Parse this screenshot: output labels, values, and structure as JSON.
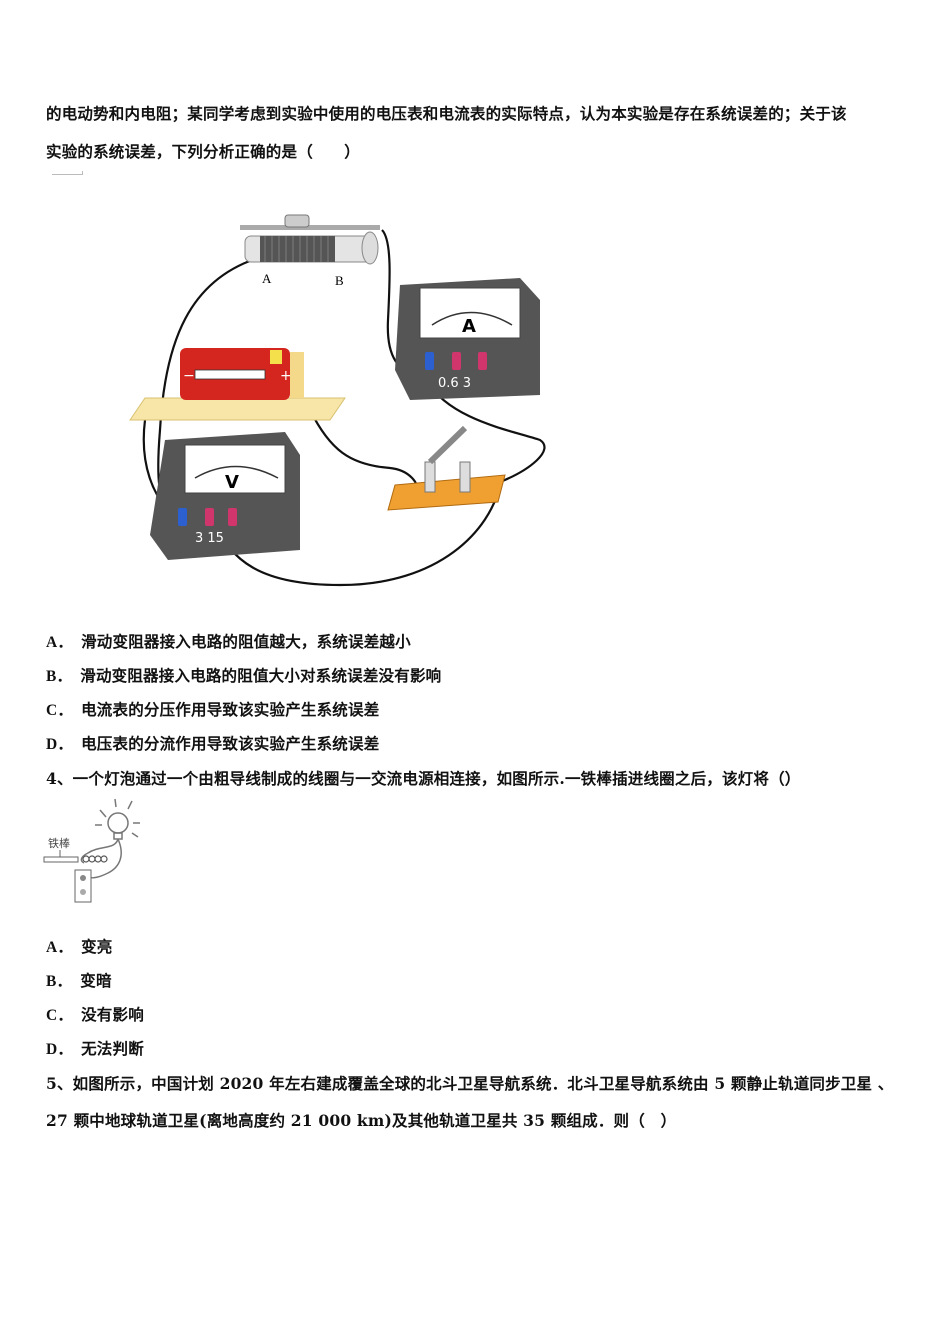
{
  "question3": {
    "stem_line1": "的电动势和内电阻；某同学考虑到实验中使用的电压表和电流表的实际特点，认为本实验是存在系统误差的；关于该",
    "stem_line2": "实验的系统误差，下列分析正确的是（　　）",
    "figure": {
      "rheostat_label_a": "A",
      "rheostat_label_b": "B",
      "ammeter_symbol": "A",
      "ammeter_terminals": "0.6  3",
      "voltmeter_symbol": "V",
      "voltmeter_terminals": "3 15",
      "battery_plus": "+",
      "battery_minus": "−"
    },
    "options": [
      {
        "letter": "A．",
        "text": "滑动变阻器接入电路的阻值越大，系统误差越小"
      },
      {
        "letter": "B．",
        "text": "滑动变阻器接入电路的阻值大小对系统误差没有影响"
      },
      {
        "letter": "C．",
        "text": "电流表的分压作用导致该实验产生系统误差"
      },
      {
        "letter": "D．",
        "text": "电压表的分流作用导致该实验产生系统误差"
      }
    ]
  },
  "question4": {
    "stem": "4、一个灯泡通过一个由粗导线制成的线圈与一交流电源相连接，如图所示.一铁棒插进线圈之后，该灯将（）",
    "figure": {
      "iron_rod_label": "铁棒"
    },
    "options": [
      {
        "letter": "A．",
        "text": "变亮"
      },
      {
        "letter": "B．",
        "text": "变暗"
      },
      {
        "letter": "C．",
        "text": "没有影响"
      },
      {
        "letter": "D．",
        "text": "无法判断"
      }
    ]
  },
  "question5": {
    "stem_line1": "5、如图所示，中国计划 2020 年左右建成覆盖全球的北斗卫星导航系统．北斗卫星导航系统由 5 颗静止轨道同步卫星 、",
    "stem_line2": "27 颗中地球轨道卫星(离地高度约 21 000 km)及其他轨道卫星共 35 颗组成．则（　）"
  }
}
